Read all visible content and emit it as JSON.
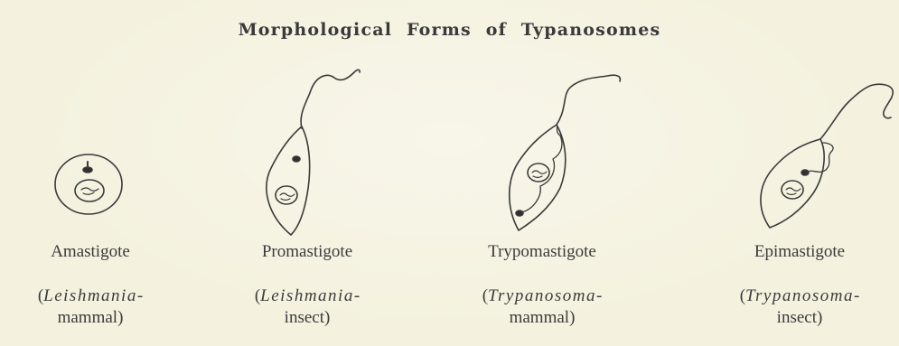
{
  "title": "Morphological Forms of Typanosomes",
  "forms": [
    {
      "name": "Amastigote",
      "open": "(",
      "genus": "Leishmania",
      "hyphen": "-",
      "host": "mammal)"
    },
    {
      "name": "Promastigote",
      "open": "(",
      "genus": "Leishmania",
      "hyphen": "-",
      "host": "insect)"
    },
    {
      "name": "Trypomastigote",
      "open": "(",
      "genus": "Trypanosoma",
      "hyphen": "-",
      "host": "mammal)"
    },
    {
      "name": "Epimastigote",
      "open": "(",
      "genus": "Trypanosoma",
      "hyphen": "-",
      "host": "insect)"
    }
  ],
  "colors": {
    "paper": "#f4f1de",
    "ink": "#3b3b3b"
  }
}
